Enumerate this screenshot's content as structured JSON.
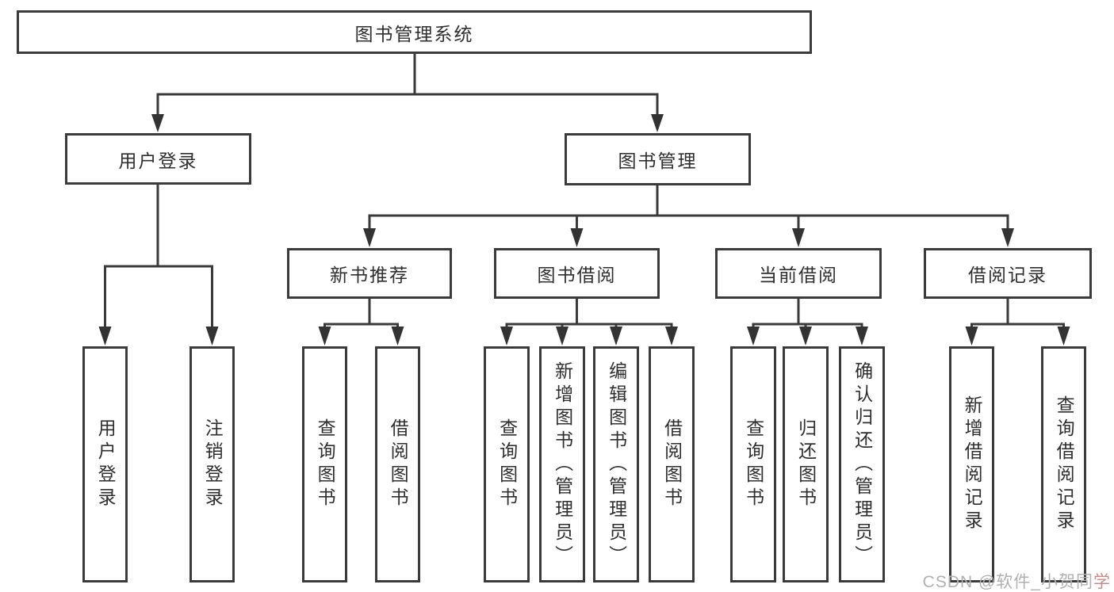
{
  "diagram_title": "图书管理系统",
  "colors": {
    "background": "#ffffff",
    "box_border": "#3a3a3a",
    "connector": "#3a3a3a",
    "text": "#2e2e2e",
    "watermark_gray": "#b0b0b0",
    "watermark_accent": "#c98a8a"
  },
  "tree": {
    "root": {
      "label": "图书管理系统"
    },
    "branches": [
      {
        "label": "用户登录",
        "children": [
          {
            "label": "用户登录"
          },
          {
            "label": "注销登录"
          }
        ]
      },
      {
        "label": "图书管理",
        "sections": [
          {
            "label": "新书推荐",
            "children": [
              {
                "label": "查询图书"
              },
              {
                "label": "借阅图书"
              }
            ]
          },
          {
            "label": "图书借阅",
            "children": [
              {
                "label": "查询图书"
              },
              {
                "label": "新增图书（管理员）"
              },
              {
                "label": "编辑图书（管理员）"
              },
              {
                "label": "借阅图书"
              }
            ]
          },
          {
            "label": "当前借阅",
            "children": [
              {
                "label": "查询图书"
              },
              {
                "label": "归还图书"
              },
              {
                "label": "确认归还（管理员）"
              }
            ]
          },
          {
            "label": "借阅记录",
            "children": [
              {
                "label": "新增借阅记录"
              },
              {
                "label": "查询借阅记录"
              }
            ]
          }
        ]
      }
    ]
  },
  "watermark": {
    "prefix": "CSDN @软件_小贺同",
    "accent": "学"
  }
}
